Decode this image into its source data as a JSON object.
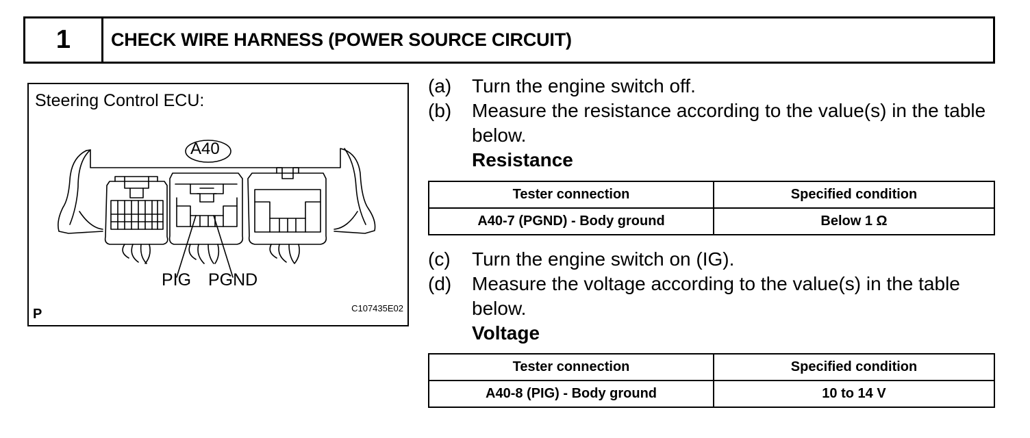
{
  "header": {
    "step_number": "1",
    "title": "CHECK WIRE HARNESS (POWER SOURCE CIRCUIT)"
  },
  "figure": {
    "caption": "Steering Control ECU:",
    "connector_label": "A40",
    "pin_labels": {
      "pig": "PIG",
      "pgnd": "PGND"
    },
    "corner_mark": "P",
    "code": "C107435E02"
  },
  "steps": [
    {
      "letter": "(a)",
      "text": "Turn the engine switch off."
    },
    {
      "letter": "(b)",
      "text": "Measure the resistance according to the value(s) in the table below."
    },
    {
      "letter": "(c)",
      "text": "Turn the engine switch on (IG)."
    },
    {
      "letter": "(d)",
      "text": "Measure the voltage according to the value(s) in the table below."
    }
  ],
  "resistance": {
    "heading": "Resistance",
    "headers": [
      "Tester connection",
      "Specified condition"
    ],
    "row": [
      "A40-7 (PGND) - Body ground",
      "Below 1 Ω"
    ]
  },
  "voltage": {
    "heading": "Voltage",
    "headers": [
      "Tester connection",
      "Specified condition"
    ],
    "row": [
      "A40-8 (PIG) - Body ground",
      "10 to 14 V"
    ]
  }
}
